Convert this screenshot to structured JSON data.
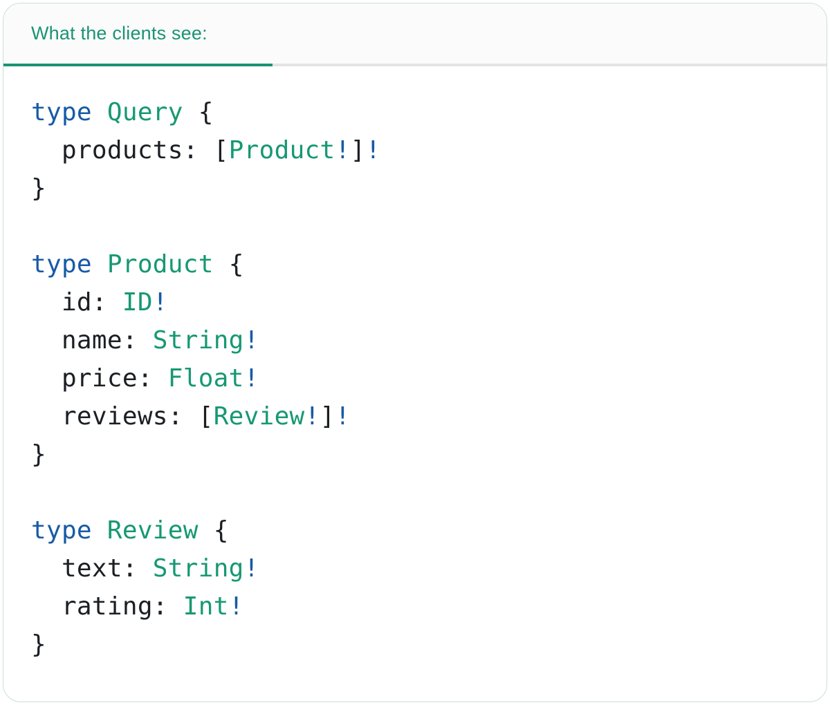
{
  "header": {
    "tab_label": "What the clients see:"
  },
  "colors": {
    "teal": "#169873",
    "teal_header": "#1A9374",
    "blue": "#175AA6",
    "code_text": "#1B1F23",
    "divider": "#E4E4E6",
    "header_bg": "#FBFBFB",
    "card_border": "#C9DFD2",
    "card_bg": "#FFFFFF",
    "page_bg": "#FFFFFF"
  },
  "code": {
    "language": "graphql",
    "lines": [
      [
        {
          "c": "kw",
          "t": "type"
        },
        {
          "c": "pl",
          "t": " "
        },
        {
          "c": "ty",
          "t": "Query"
        },
        {
          "c": "pl",
          "t": " {"
        }
      ],
      [
        {
          "c": "pl",
          "t": "  products: ["
        },
        {
          "c": "ty",
          "t": "Product"
        },
        {
          "c": "kw",
          "t": "!"
        },
        {
          "c": "pl",
          "t": "]"
        },
        {
          "c": "kw",
          "t": "!"
        }
      ],
      [
        {
          "c": "pl",
          "t": "}"
        }
      ],
      [],
      [
        {
          "c": "kw",
          "t": "type"
        },
        {
          "c": "pl",
          "t": " "
        },
        {
          "c": "ty",
          "t": "Product"
        },
        {
          "c": "pl",
          "t": " {"
        }
      ],
      [
        {
          "c": "pl",
          "t": "  id: "
        },
        {
          "c": "ty",
          "t": "ID"
        },
        {
          "c": "kw",
          "t": "!"
        }
      ],
      [
        {
          "c": "pl",
          "t": "  name: "
        },
        {
          "c": "ty",
          "t": "String"
        },
        {
          "c": "kw",
          "t": "!"
        }
      ],
      [
        {
          "c": "pl",
          "t": "  price: "
        },
        {
          "c": "ty",
          "t": "Float"
        },
        {
          "c": "kw",
          "t": "!"
        }
      ],
      [
        {
          "c": "pl",
          "t": "  reviews: ["
        },
        {
          "c": "ty",
          "t": "Review"
        },
        {
          "c": "kw",
          "t": "!"
        },
        {
          "c": "pl",
          "t": "]"
        },
        {
          "c": "kw",
          "t": "!"
        }
      ],
      [
        {
          "c": "pl",
          "t": "}"
        }
      ],
      [],
      [
        {
          "c": "kw",
          "t": "type"
        },
        {
          "c": "pl",
          "t": " "
        },
        {
          "c": "ty",
          "t": "Review"
        },
        {
          "c": "pl",
          "t": " {"
        }
      ],
      [
        {
          "c": "pl",
          "t": "  text: "
        },
        {
          "c": "ty",
          "t": "String"
        },
        {
          "c": "kw",
          "t": "!"
        }
      ],
      [
        {
          "c": "pl",
          "t": "  rating: "
        },
        {
          "c": "ty",
          "t": "Int"
        },
        {
          "c": "kw",
          "t": "!"
        }
      ],
      [
        {
          "c": "pl",
          "t": "}"
        }
      ]
    ]
  }
}
